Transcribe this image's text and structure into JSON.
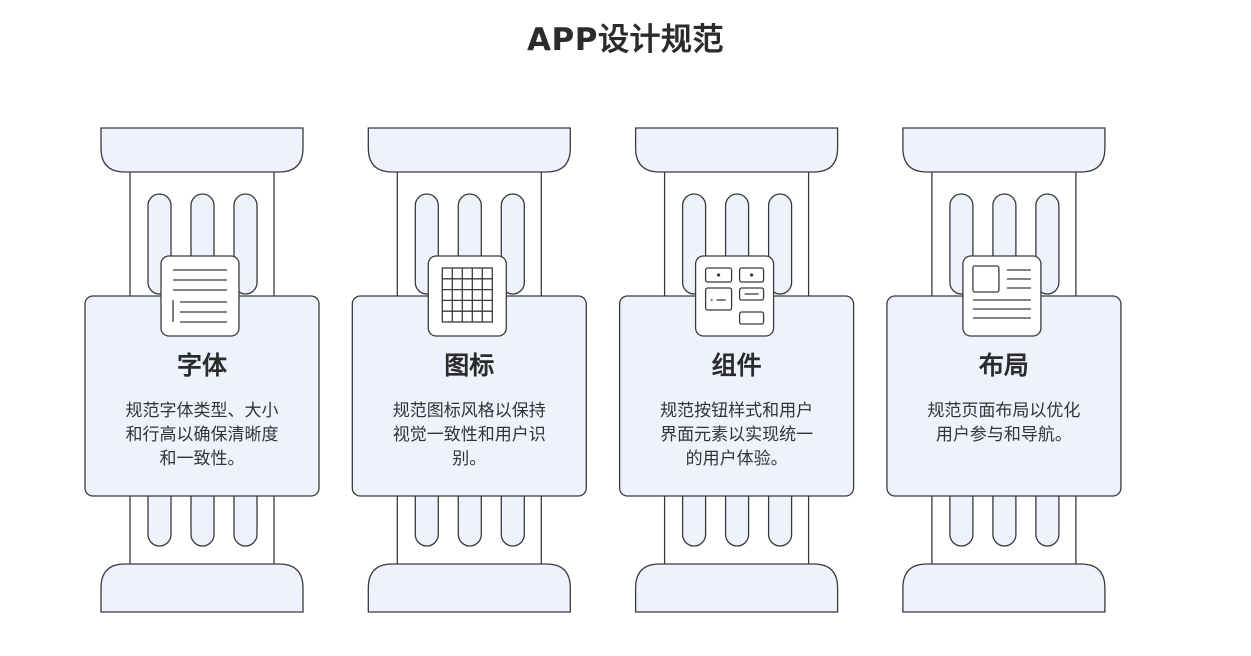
{
  "title": "APP设计规范",
  "colors": {
    "fill": "#eef2fd",
    "stroke": "#3a3a3a",
    "text": "#2b2b2b"
  },
  "pillars": [
    {
      "title": "字体",
      "icon": "text-lines-icon",
      "desc_lines": [
        "规范字体类型、大小",
        "和行高以确保清晰度",
        "和一致性。"
      ]
    },
    {
      "title": "图标",
      "icon": "grid-icon",
      "desc_lines": [
        "规范图标风格以保持",
        "视觉一致性和用户识",
        "别。"
      ]
    },
    {
      "title": "组件",
      "icon": "components-icon",
      "desc_lines": [
        "规范按钮样式和用户",
        "界面元素以实现统一",
        "的用户体验。"
      ]
    },
    {
      "title": "布局",
      "icon": "layout-icon",
      "desc_lines": [
        "规范页面布局以优化",
        "用户参与和导航。"
      ]
    }
  ]
}
